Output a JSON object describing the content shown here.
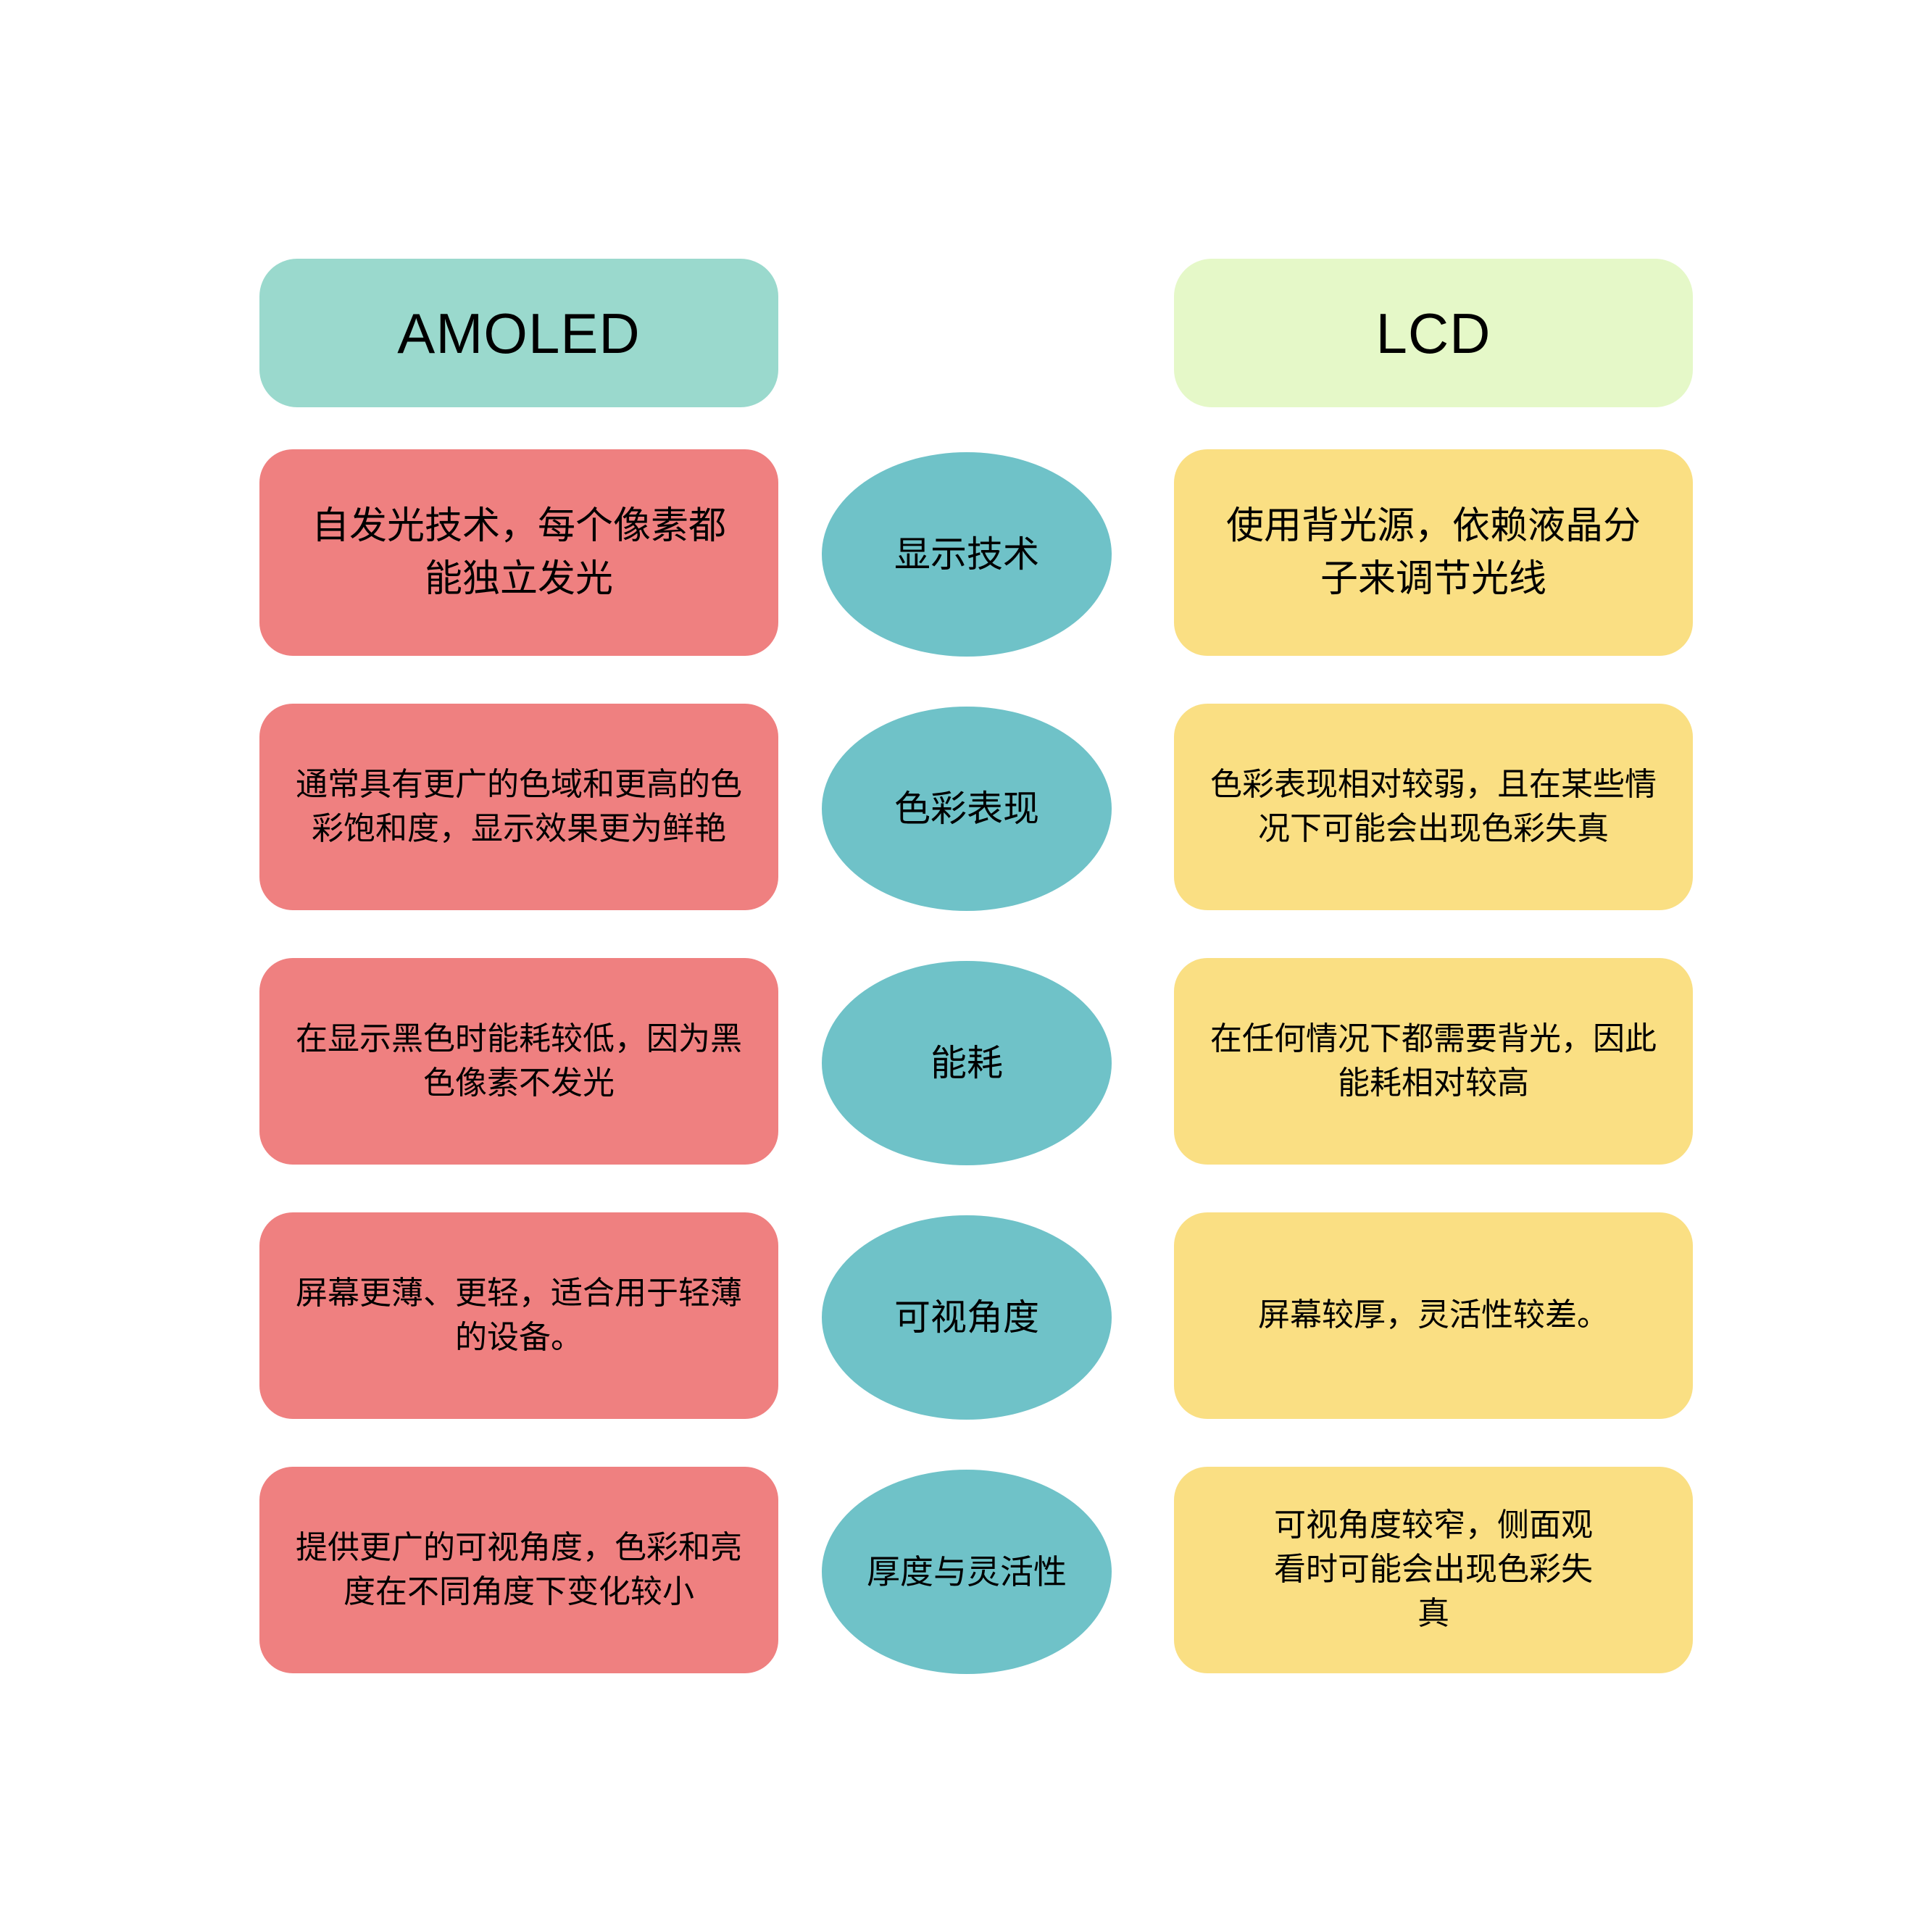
{
  "diagram": {
    "title_left": "AMOLED",
    "title_right": "LCD",
    "colors": {
      "header_left": "#9AD9CD",
      "header_right": "#E5F8C8",
      "card_left": "#EF8080",
      "card_right": "#FADF83",
      "ellipse": "#6FC2C8",
      "text": "#000000",
      "background": "#FFFFFF"
    },
    "rows": [
      {
        "aspect": "显示技术",
        "left": "自发光技术，每个像素都\n能独立发光",
        "right": "使用背光源，依赖液晶分\n子来调节光线"
      },
      {
        "aspect": "色彩表现",
        "left": "通常具有更广的色域和更高的色\n彩饱和度，显示效果更为鲜艳",
        "right": "色彩表现相对较弱，且在某些情\n况下可能会出现色彩失真"
      },
      {
        "aspect": "能耗",
        "left": "在显示黑色时能耗较低，因为黑\n色像素不发光",
        "right": "在任何情况下都需要背光，因此\n能耗相对较高"
      },
      {
        "aspect": "可视角度",
        "left": "屏幕更薄、更轻，适合用于轻薄\n的设备。",
        "right": "屏幕较厚，灵活性较差。"
      },
      {
        "aspect": "厚度与灵活性",
        "left": "提供更广的可视角度，色彩和亮\n度在不同角度下变化较小",
        "right": "可视角度较窄，侧面观\n看时可能会出现色彩失\n真"
      }
    ]
  }
}
